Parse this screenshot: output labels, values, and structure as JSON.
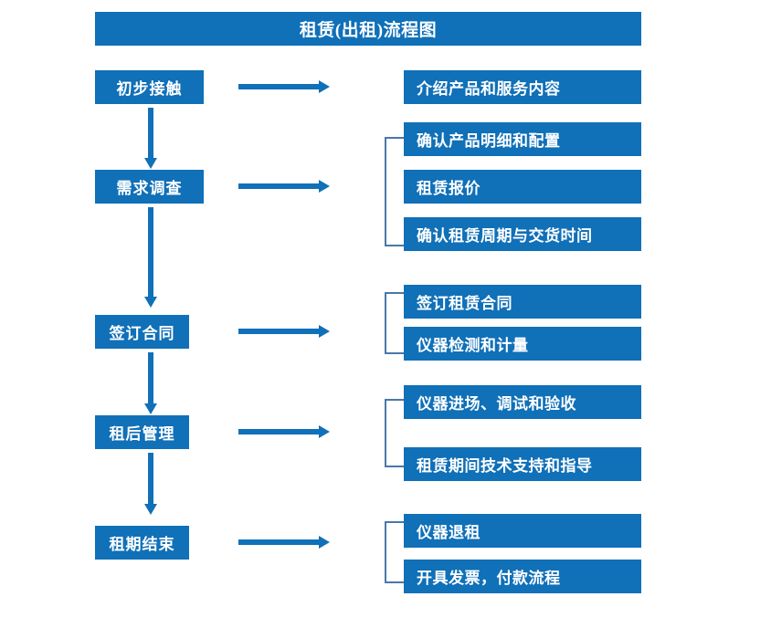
{
  "diagram": {
    "title": "租赁(出租)流程图",
    "accent_color": "#1070B8",
    "bracket_color": "#4A77A8",
    "arrow_color": "#1070B8",
    "stages": [
      {
        "id": "initial-contact",
        "label": "初步接触",
        "details": [
          "介绍产品和服务内容"
        ]
      },
      {
        "id": "requirement-survey",
        "label": "需求调查",
        "details": [
          "确认产品明细和配置",
          "租赁报价",
          "确认租赁周期与交货时间"
        ]
      },
      {
        "id": "sign-contract",
        "label": "签订合同",
        "details": [
          "签订租赁合同",
          "仪器检测和计量"
        ]
      },
      {
        "id": "post-rental-management",
        "label": "租后管理",
        "details": [
          "仪器进场、调试和验收",
          "租赁期间技术支持和指导"
        ]
      },
      {
        "id": "rental-end",
        "label": "租期结束",
        "details": [
          "仪器退租",
          "开具发票，付款流程"
        ]
      }
    ],
    "icons": {
      "flow_arrow_right": "right-arrow-icon",
      "flow_arrow_down": "down-arrow-icon",
      "group_bracket": "group-bracket-icon"
    }
  }
}
